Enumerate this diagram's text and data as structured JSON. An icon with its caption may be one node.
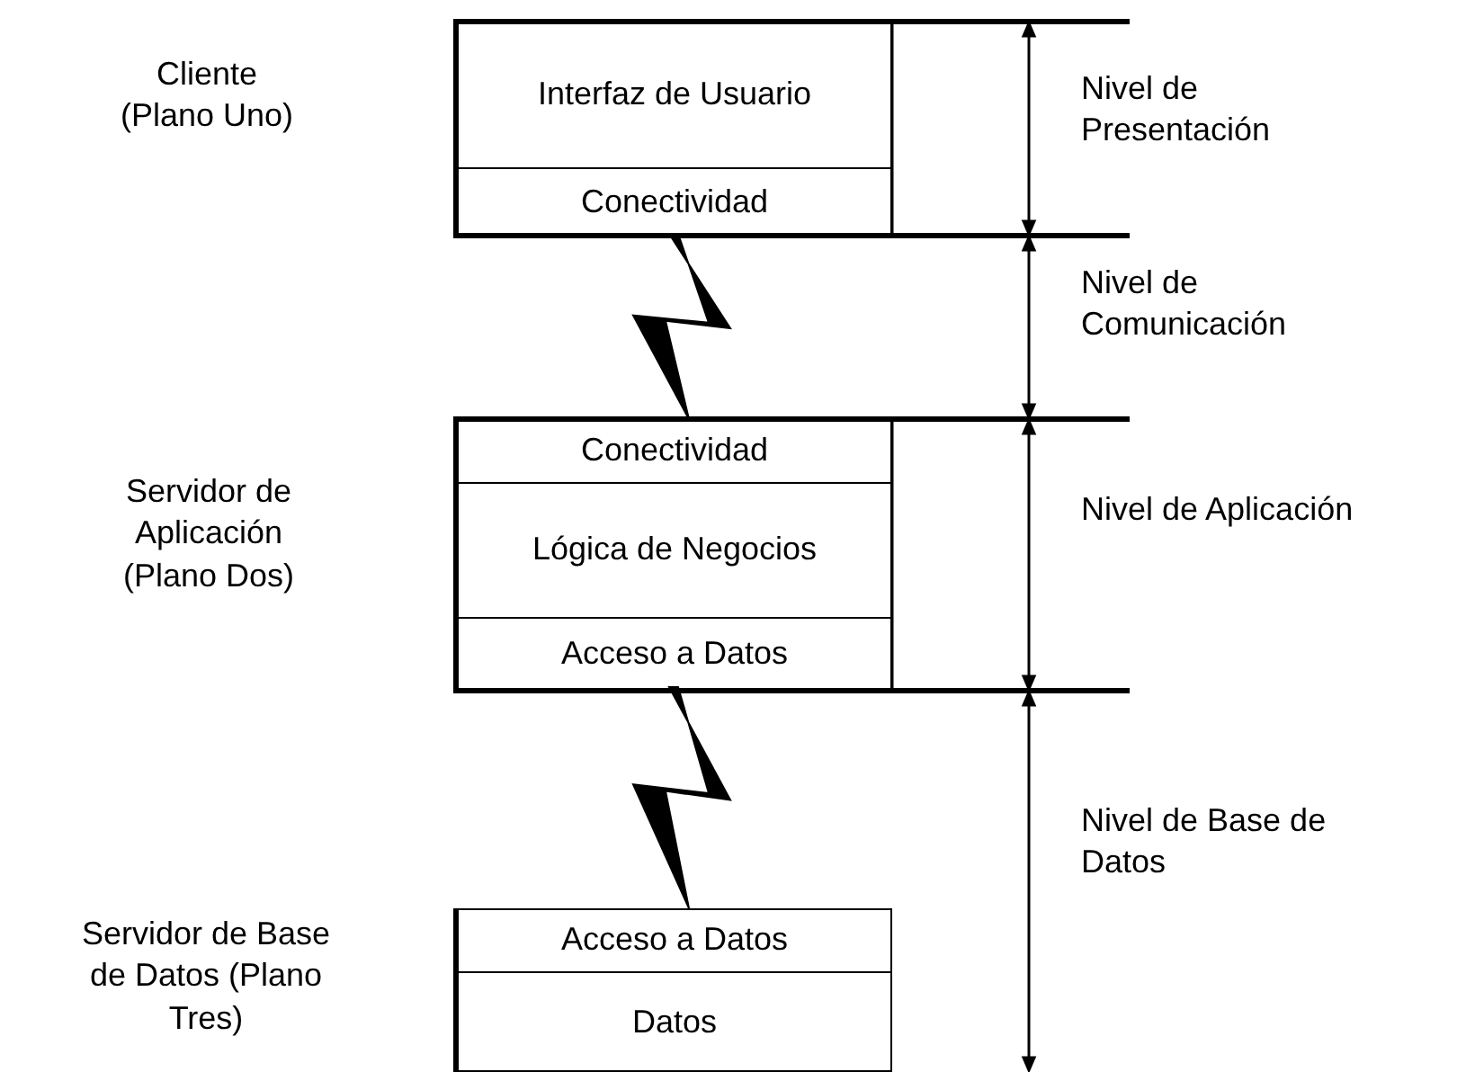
{
  "diagram": {
    "nodes": [
      {
        "text": [],
        "shape": "box"
      },
      {
        "text": [
          "Interfaz de Usuario"
        ],
        "in": 0
      },
      {
        "text": [
          "Conectividad"
        ],
        "in": 0
      },
      {
        "text": [],
        "shape": "box"
      },
      {
        "text": [
          "Conectividad"
        ],
        "in": 3
      },
      {
        "text": [
          "Lógica de Negocios"
        ],
        "in": 3
      },
      {
        "text": [
          "Acceso a Datos"
        ],
        "in": 3
      },
      {
        "text": [],
        "shape": "box"
      },
      {
        "text": [
          "Acceso a Datos"
        ],
        "in": 7
      },
      {
        "text": [
          "Datos"
        ],
        "in": 7
      }
    ],
    "edges": [
      {
        "from": 2,
        "to": 4,
        "arrow": "none"
      },
      {
        "from": 6,
        "to": 8,
        "arrow": "none"
      }
    ],
    "labels": [
      "Cliente (Plano Uno)",
      "Nivel de Presentación",
      "Nivel de Comunicación",
      "Servidor de Aplicación (Plano Dos)",
      "Nivel de Aplicación",
      "Nivel de Base de Datos",
      "Servidor de Base de Datos (Plano Tres)"
    ]
  }
}
